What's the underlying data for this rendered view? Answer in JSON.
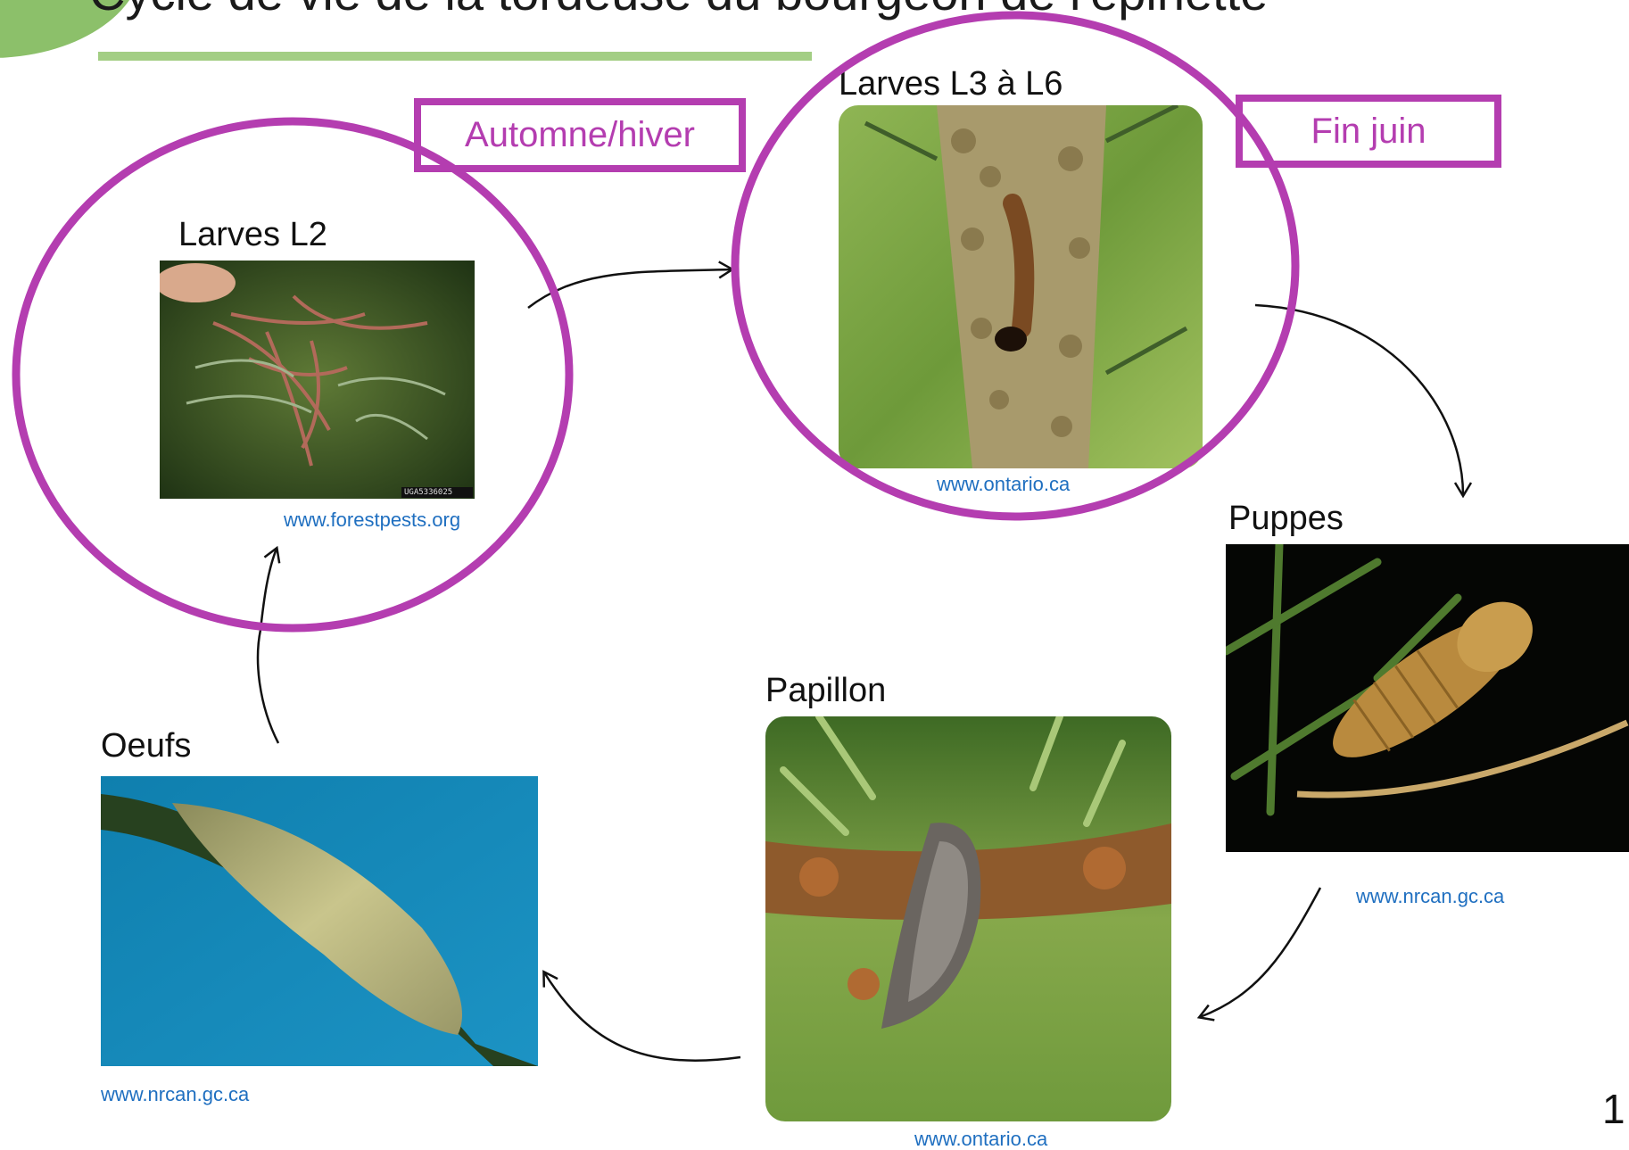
{
  "title": "Cycle de vie de la tordeuse du bourgeon de l'épinette",
  "page_number": "1",
  "stages": {
    "larves_l2": {
      "label": "Larves L2",
      "credit": "www.forestpests.org",
      "image_id_text": "UGA5336025"
    },
    "larves_l3_l6": {
      "label": "Larves L3 à L6",
      "credit": "www.ontario.ca"
    },
    "puppes": {
      "label": "Puppes",
      "credit": "www.nrcan.gc.ca"
    },
    "papillon": {
      "label": "Papillon",
      "credit": "www.ontario.ca"
    },
    "oeufs": {
      "label": "Oeufs",
      "credit": "www.nrcan.gc.ca"
    }
  },
  "seasons": {
    "autumn_winter": "Automne/hiver",
    "late_june": "Fin juin"
  },
  "colors": {
    "highlight": "#b43db0",
    "credit_link": "#1f6fc0",
    "header_green": "#8cc06a"
  }
}
